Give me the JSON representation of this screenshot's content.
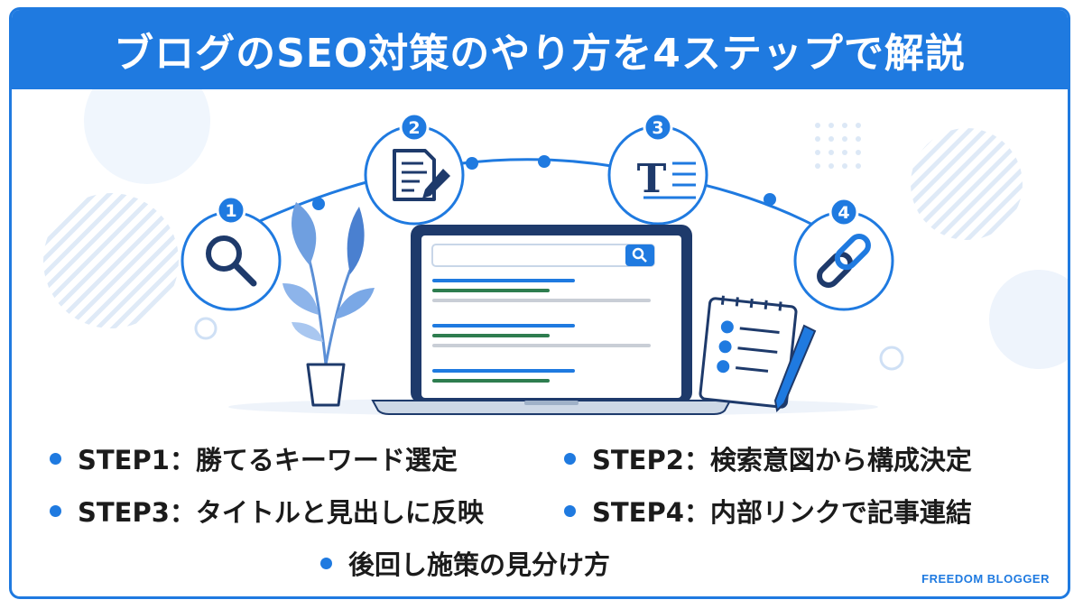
{
  "title": "ブログのSEO対策のやり方を4ステップで解説",
  "steps": [
    {
      "badge": "1",
      "icon": "search-icon"
    },
    {
      "badge": "2",
      "icon": "document-edit-icon"
    },
    {
      "badge": "3",
      "icon": "text-format-icon",
      "glyph": "T"
    },
    {
      "badge": "4",
      "icon": "link-icon"
    }
  ],
  "list": [
    "STEP1：勝てるキーワード選定",
    "STEP2：検索意図から構成決定",
    "STEP3：タイトルと見出しに反映",
    "STEP4：内部リンクで記事連結",
    "後回し施策の見分け方"
  ],
  "brand": "FREEDOM BLOGGER",
  "colors": {
    "accent": "#1f7ae0",
    "navy": "#1e3a6b",
    "green": "#2e7d4f",
    "light": "#e8f1fb"
  }
}
